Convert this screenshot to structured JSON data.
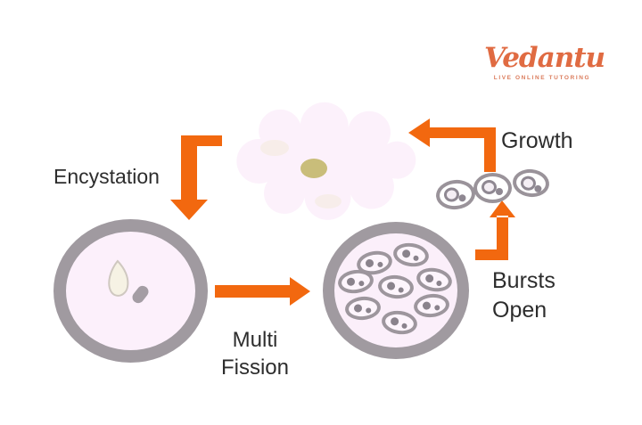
{
  "logo": {
    "brand": "Vedantu",
    "tagline": "LIVE ONLINE TUTORING",
    "color": "#E06B42"
  },
  "labels": {
    "encystation": "Encystation",
    "multi_fission": {
      "line1": "Multi",
      "line2": "Fission"
    },
    "bursts_open": {
      "line1": "Bursts",
      "line2": "Open"
    },
    "growth": "Growth"
  },
  "figure": {
    "type": "cycle-diagram",
    "stages_in_order": [
      "Encystation",
      "Multi Fission",
      "Bursts Open",
      "Growth"
    ],
    "daughter_cells_in_cyst": 8,
    "released_cells": 3
  },
  "colors": {
    "background": "#FFFFFF",
    "arrow_orange": "#F2680F",
    "outline_gray": "#A09AA0",
    "cyst_fill_pink": "#FCF0FB",
    "amoeba_fill_pink": "#FCF1FB",
    "nucleus_tan": "#C9BD7A",
    "text": "#2D2D2D"
  }
}
